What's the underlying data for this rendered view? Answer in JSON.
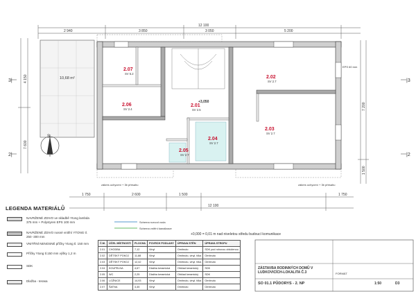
{
  "dims_top": [
    "2 940",
    "3 850",
    "3 050",
    "12 100",
    "5 200"
  ],
  "dims_bottom": [
    "1 750",
    "2 600",
    "1 500",
    "12 100",
    "1 750"
  ],
  "dims_left": [
    "4 150",
    "7 600"
  ],
  "dims_right": [
    "7 200",
    "1 500"
  ],
  "rooms": [
    {
      "id": "2.07",
      "area": "SV 5.2"
    },
    {
      "id": "2.06",
      "area": "SV 2.4"
    },
    {
      "id": "2.01",
      "area": "SV 2.5"
    },
    {
      "id": "2.02",
      "area": "SV 2.7"
    },
    {
      "id": "2.03",
      "area": "SV 2.7"
    },
    {
      "id": "2.04",
      "area": "SV 2.7"
    },
    {
      "id": "2.05",
      "area": "SV 2.7"
    }
  ],
  "terrace_area": "10,68 m²",
  "level_mark": "+3,050",
  "grid_left": "3|",
  "grid_left2": "2|",
  "grid_right": "|3",
  "grid_right2": "|2",
  "north": "S",
  "notes": {
    "eps": "EPS 60 mm",
    "balcony": "zákres uchycení + 3b přesahu",
    "balcony_r": "zákres uchycení + 3b přesahu",
    "rozvod": "Schema rozvod voda",
    "kanal": "Schema vnitřní kanalizace"
  },
  "legend": {
    "title": "LEGENDA MATERIÁLŮ",
    "items": [
      {
        "text": "NAVRŽENÉ ZDIVO ve skladbě Ytong lambda 375 mm + Polystyren EPS 100 mm",
        "color": "#d9d9d9"
      },
      {
        "text": "NAVRŽENÉ ZDIVO nosné vnitřní YTONG tl. 250 -300 mm",
        "color": "#bfbfbf"
      },
      {
        "text": "VNITŘNÍ NENOSNÉ příčky Ytong tl. 150 mm",
        "color": "#efefef"
      },
      {
        "text": "Příčky Ytong tl.150 mm výšky 1,2 m",
        "color": "#ffffff"
      },
      {
        "text": "SDK",
        "color": "#ffffff"
      },
      {
        "text": "Dlažba - terasa",
        "color": "#e8e8e8"
      }
    ]
  },
  "note_level": "+0,000 = 0,01 m nad niveletou středu budoucí komunikace",
  "schedule": {
    "headers": [
      "Č.M.",
      "ÚČEL MÍSTNOSTI",
      "PLOCHA",
      "POVRCH PODLAHY",
      "ÚPRAVA STĚN",
      "ÚPRAVA STROPU"
    ],
    "rows": [
      [
        "2.01",
        "CHODBA",
        "7,12",
        "Vinyl",
        "Omítnuto",
        "SDK pod rohovou obloženou"
      ],
      [
        "2.02",
        "DĚTSKÝ POKOJ",
        "11,88",
        "Vinyl",
        "Omítnuto, vinyl. tílka",
        "Omítnuto"
      ],
      [
        "2.03",
        "DĚTSKÝ POKOJ",
        "12,42",
        "Vinyl",
        "Omítnuto, vinyl. tílka",
        "Omítnuto"
      ],
      [
        "2.04",
        "KOUPELNA",
        "4,67",
        "Dlažba keramická",
        "Obklad keramický",
        "SDK"
      ],
      [
        "2.05",
        "WC",
        "2,25",
        "Dlažba keramická",
        "Obklad keramický",
        "SDK"
      ],
      [
        "2.06",
        "LOŽNICE",
        "14,93",
        "Vinyl",
        "Omítnuto, vinyl. tílka",
        "Omítnuto"
      ],
      [
        "2.07",
        "ŠATNA",
        "4,45",
        "Vinyl",
        "Omítnuto",
        "Omítnuto"
      ]
    ]
  },
  "title_block": {
    "project": "ZÁSTAVBA RODINNÝCH DOMŮ V LUDKOVICÍCH-LOKALITA Č.3",
    "drawing": "SO 01.1 PŮDORYS - 2. NP",
    "scale": "1:50",
    "sheet": "D3",
    "format": "FORMÁT"
  }
}
